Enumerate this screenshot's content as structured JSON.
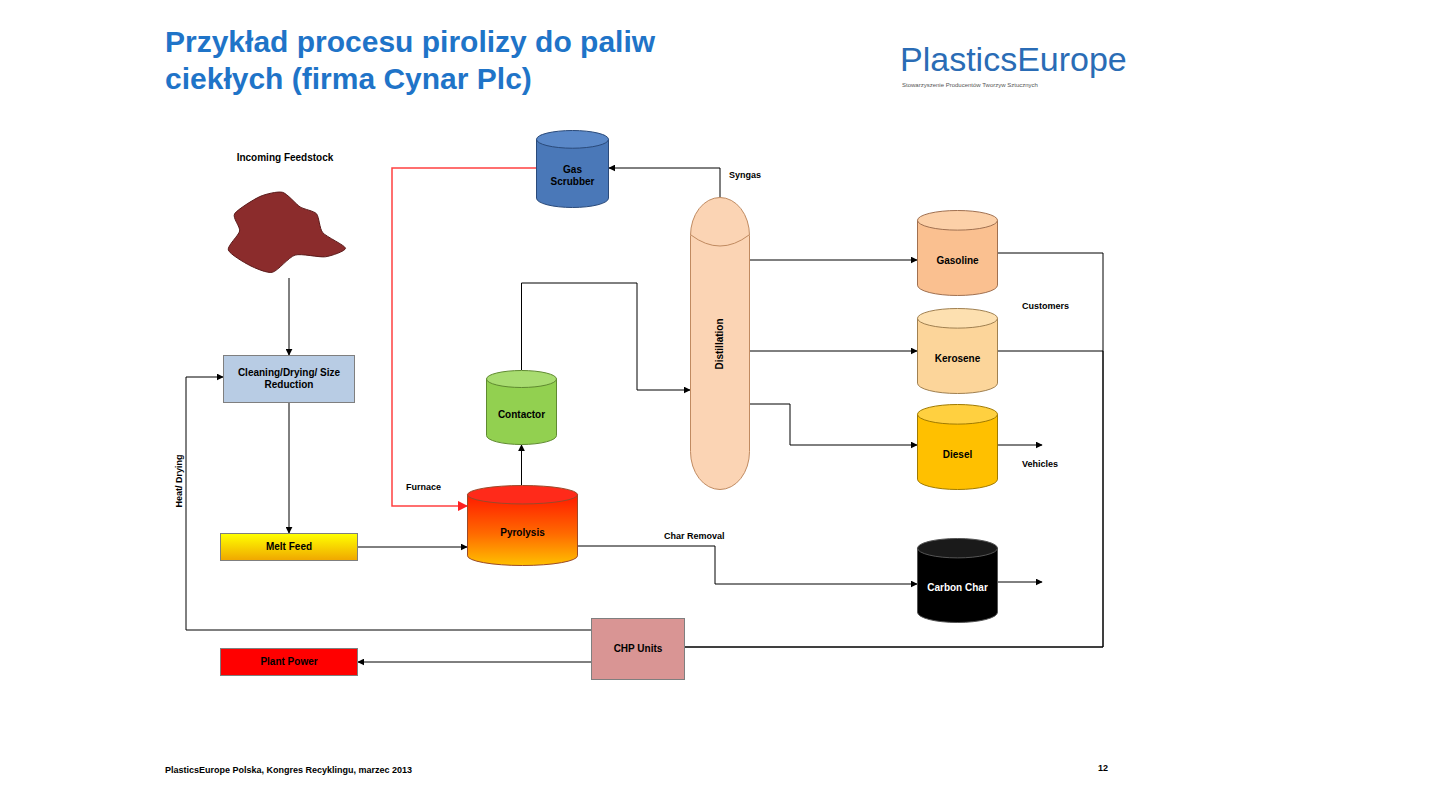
{
  "diagram": {
    "title": "Przykład procesu pirolizy do paliw ciekłych (firma Cynar Plc)",
    "nodes": [
      {
        "text": [
          "Incoming Feedstock"
        ]
      },
      {
        "text": [
          "Cleaning/Drying/ Size Reduction"
        ]
      },
      {
        "text": [
          "Melt Feed"
        ]
      },
      {
        "text": [
          "Pyrolysis"
        ]
      },
      {
        "text": [
          "Contactor"
        ]
      },
      {
        "text": [
          "Gas Scrubber"
        ]
      },
      {
        "text": [
          "Distillation"
        ]
      },
      {
        "text": [
          "Gasoline"
        ]
      },
      {
        "text": [
          "Kerosene"
        ]
      },
      {
        "text": [
          "Diesel"
        ]
      },
      {
        "text": [
          "Carbon Char"
        ]
      },
      {
        "text": [
          "CHP Units"
        ]
      },
      {
        "text": [
          "Plant Power"
        ]
      }
    ],
    "edges": [
      {
        "from": 0,
        "to": 1,
        "arrow": "to"
      },
      {
        "from": 1,
        "to": 2,
        "arrow": "to"
      },
      {
        "from": 2,
        "to": 3,
        "arrow": "to"
      },
      {
        "from": 3,
        "to": 4,
        "arrow": "to"
      },
      {
        "from": 4,
        "to": 6,
        "arrow": "to"
      },
      {
        "from": 6,
        "to": 5,
        "label": "Syngas",
        "arrow": "to"
      },
      {
        "from": 5,
        "to": 3,
        "label": "Furnace",
        "arrow": "to"
      },
      {
        "from": 6,
        "to": 7,
        "arrow": "to"
      },
      {
        "from": 6,
        "to": 8,
        "arrow": "to"
      },
      {
        "from": 6,
        "to": 9,
        "arrow": "to"
      },
      {
        "from": 3,
        "to": 10,
        "label": "Char Removal",
        "arrow": "to"
      },
      {
        "from": 7,
        "to": 11,
        "arrow": "none"
      },
      {
        "from": 8,
        "to": 11,
        "arrow": "none"
      },
      {
        "from": 11,
        "to": 12,
        "arrow": "to"
      },
      {
        "from": 11,
        "to": 1,
        "label": "Heat/ Drying",
        "arrow": "to"
      }
    ],
    "labels": [
      "Customers",
      "Vehicles",
      "PlasticsEurope",
      "Stowarzyszenie Producentów Tworzyw Sztucznych",
      "PlasticsEurope Polska, Kongres Recyklingu, marzec 2013",
      "12"
    ]
  }
}
